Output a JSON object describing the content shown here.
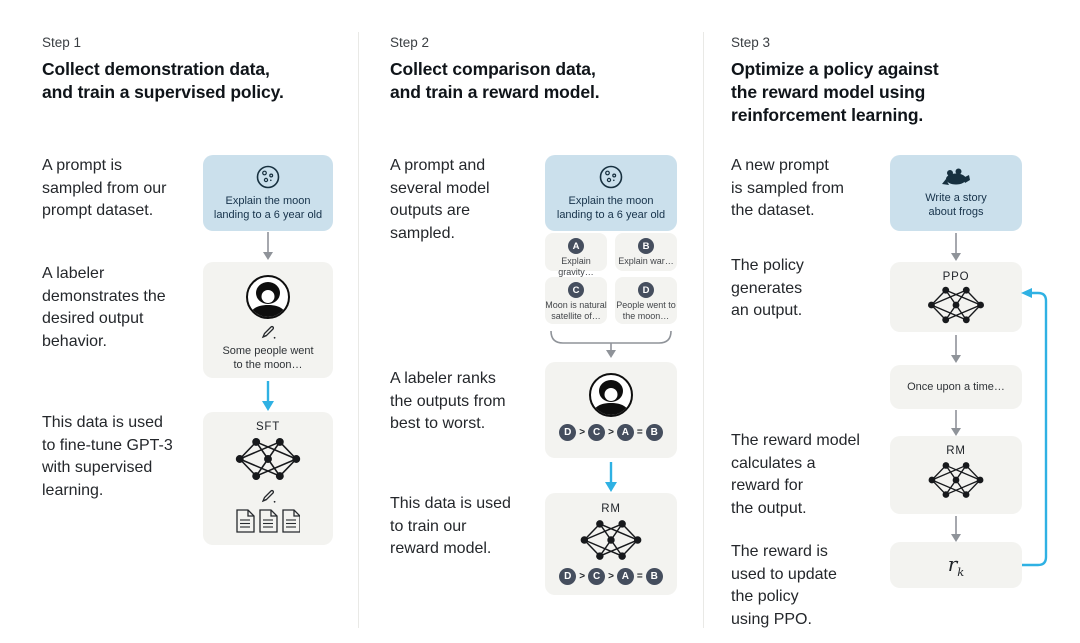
{
  "colors": {
    "accent_blue": "#2fb1e3",
    "prompt_box_bg": "#cbe0ec",
    "panel_bg": "#f3f3f0",
    "badge_bg": "#454e5e",
    "gray_arrow": "#8f9399"
  },
  "columns": [
    {
      "step": "Step 1",
      "heading": "Collect demonstration data,\nand train a supervised policy.",
      "texts": [
        "A prompt is\nsampled from our\nprompt dataset.",
        "A labeler\ndemonstrates the\ndesired output\nbehavior.",
        "This data is used\nto fine-tune GPT-3\nwith supervised\nlearning."
      ],
      "prompt_box": {
        "icon": "moon-icon",
        "label": "Explain the moon\nlanding to a 6 year old"
      },
      "labeler_box": {
        "output_text": "Some people went\nto the moon…"
      },
      "model_box": {
        "title": "SFT"
      }
    },
    {
      "step": "Step 2",
      "heading": "Collect comparison data,\nand train a reward model.",
      "texts": [
        "A prompt and\nseveral model\noutputs are\nsampled.",
        "A labeler ranks\nthe outputs from\nbest to worst.",
        "This data is used\nto train our\nreward model."
      ],
      "prompt_box": {
        "icon": "moon-icon",
        "label": "Explain the moon\nlanding to a 6 year old"
      },
      "outputs": [
        {
          "letter": "A",
          "label": "Explain gravity…"
        },
        {
          "letter": "B",
          "label": "Explain war…"
        },
        {
          "letter": "C",
          "label": "Moon is natural\nsatellite of…"
        },
        {
          "letter": "D",
          "label": "People went to\nthe moon…"
        }
      ],
      "ranking": [
        "D",
        ">",
        "C",
        ">",
        "A",
        "=",
        "B"
      ],
      "model_box": {
        "title": "RM"
      }
    },
    {
      "step": "Step 3",
      "heading": "Optimize a policy against\nthe reward model using\nreinforcement learning.",
      "texts": [
        "A new prompt\nis sampled from\nthe dataset.",
        "The policy\ngenerates\nan output.",
        "The reward model\ncalculates a\nreward for\nthe output.",
        "The reward is\nused to update\nthe policy\nusing PPO."
      ],
      "prompt_box": {
        "icon": "frog-icon",
        "label": "Write a story\nabout frogs"
      },
      "ppo_box": {
        "title": "PPO"
      },
      "output_box": {
        "label": "Once upon a time…"
      },
      "rm_box": {
        "title": "RM"
      },
      "reward_box": {
        "symbol": "r",
        "subscript": "k"
      }
    }
  ]
}
